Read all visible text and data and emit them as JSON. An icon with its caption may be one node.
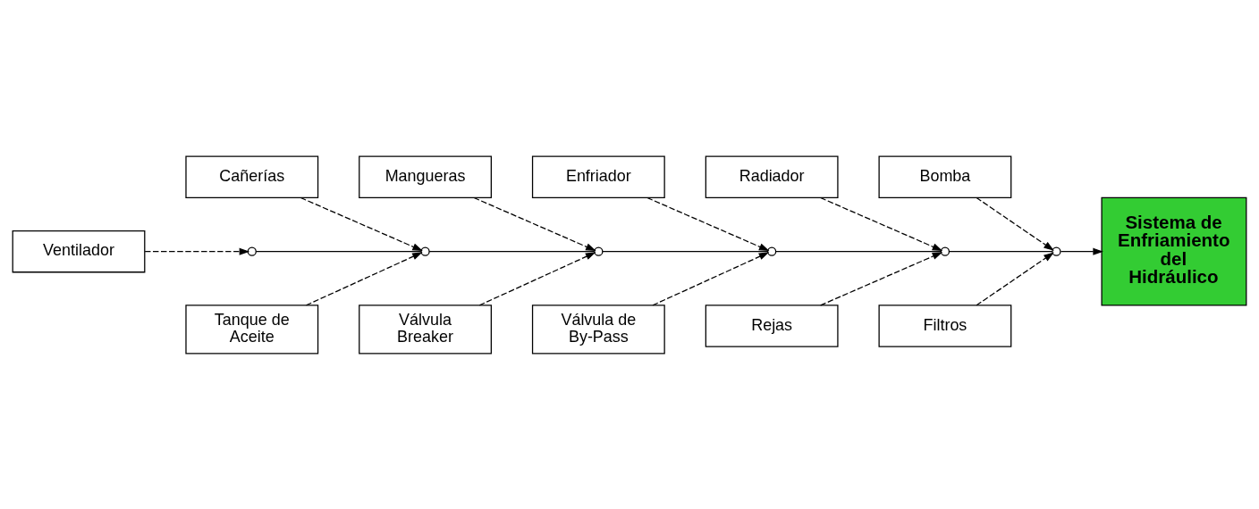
{
  "diagram": {
    "nodes": [
      {
        "text": [
          "Ventilador"
        ]
      },
      {
        "text": [
          "Cañerías"
        ]
      },
      {
        "text": [
          "Mangueras"
        ]
      },
      {
        "text": [
          "Enfriador"
        ]
      },
      {
        "text": [
          "Radiador"
        ]
      },
      {
        "text": [
          "Bomba"
        ]
      },
      {
        "text": [
          "Sistema de Enfriamiento del Hidráulico"
        ]
      },
      {
        "text": [
          "Tanque de Aceite"
        ]
      },
      {
        "text": [
          "Válvula Breaker"
        ]
      },
      {
        "text": [
          "Válvula de By-Pass"
        ]
      },
      {
        "text": [
          "Rejas"
        ]
      },
      {
        "text": [
          "Filtros"
        ]
      },
      {
        "text": [],
        "shape": "circle"
      },
      {
        "text": [],
        "shape": "circle"
      },
      {
        "text": [],
        "shape": "circle"
      },
      {
        "text": [],
        "shape": "circle"
      },
      {
        "text": [],
        "shape": "circle"
      },
      {
        "text": [],
        "shape": "circle"
      }
    ],
    "edges": [
      {
        "from": 0,
        "to": 12,
        "arrow": "to",
        "style": "dashed"
      },
      {
        "from": 1,
        "to": 13,
        "arrow": "to",
        "style": "dashed"
      },
      {
        "from": 7,
        "to": 13,
        "arrow": "to",
        "style": "dashed"
      },
      {
        "from": 2,
        "to": 14,
        "arrow": "to",
        "style": "dashed"
      },
      {
        "from": 8,
        "to": 14,
        "arrow": "to",
        "style": "dashed"
      },
      {
        "from": 3,
        "to": 15,
        "arrow": "to",
        "style": "dashed"
      },
      {
        "from": 9,
        "to": 15,
        "arrow": "to",
        "style": "dashed"
      },
      {
        "from": 4,
        "to": 16,
        "arrow": "to",
        "style": "dashed"
      },
      {
        "from": 10,
        "to": 16,
        "arrow": "to",
        "style": "dashed"
      },
      {
        "from": 5,
        "to": 17,
        "arrow": "to",
        "style": "dashed"
      },
      {
        "from": 11,
        "to": 17,
        "arrow": "to",
        "style": "dashed"
      },
      {
        "from": 12,
        "to": 13,
        "arrow": "none"
      },
      {
        "from": 13,
        "to": 14,
        "arrow": "none"
      },
      {
        "from": 14,
        "to": 15,
        "arrow": "none"
      },
      {
        "from": 15,
        "to": 16,
        "arrow": "none"
      },
      {
        "from": 16,
        "to": 17,
        "arrow": "none"
      },
      {
        "from": 17,
        "to": 6,
        "arrow": "to"
      }
    ]
  }
}
